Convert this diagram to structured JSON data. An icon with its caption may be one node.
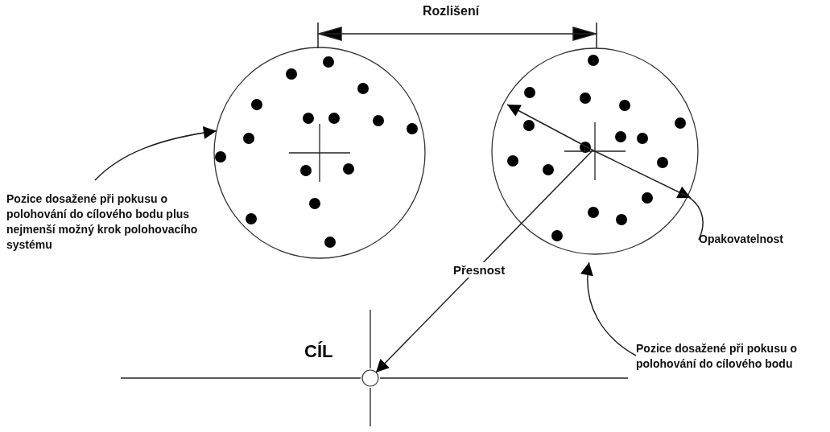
{
  "diagram": {
    "nodes": [
      {
        "text": [],
        "shape": "circle"
      },
      {
        "text": [],
        "shape": "circle"
      },
      {
        "text": [
          "Pozice dosažené při pokusu o polohování do cílového bodu plus nejmenší možný krok polohovacího systému"
        ]
      },
      {
        "text": [
          "Opakovatelnost"
        ]
      },
      {
        "text": [
          "Pozice dosažené při pokusu o polohování do cílového bodu"
        ]
      },
      {
        "text": [
          "CÍL"
        ]
      }
    ],
    "edges": [
      {
        "from": 2,
        "to": 0,
        "arrow": "to"
      },
      {
        "from": 3,
        "to": null,
        "arrow": "none"
      },
      {
        "from": 4,
        "to": 1,
        "arrow": "to"
      },
      {
        "from": 1,
        "to": 5,
        "arrow": "to",
        "label": "Přesnost"
      }
    ],
    "labels": [
      "Rozlišení"
    ]
  }
}
